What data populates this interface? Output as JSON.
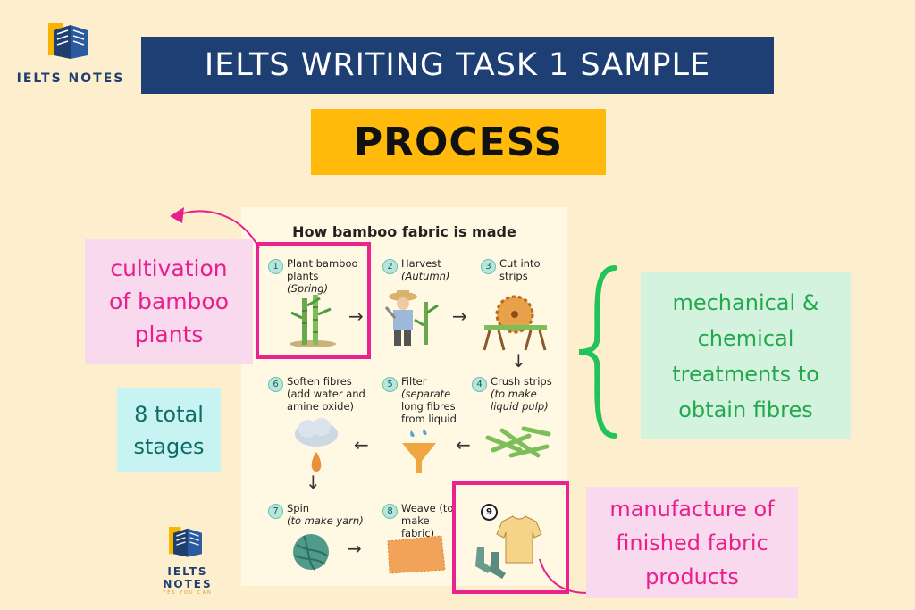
{
  "brand": {
    "name": "IELTS NOTES",
    "tagline": "YES YOU CAN"
  },
  "banner": {
    "title": "IELTS WRITING TASK 1 SAMPLE",
    "subtitle": "PROCESS"
  },
  "diagram": {
    "title": "How bamboo fabric is made",
    "steps": [
      {
        "num": "1",
        "line1": "Plant bamboo",
        "line2": "plants ",
        "italic": "(Spring)"
      },
      {
        "num": "2",
        "line1": "Harvest",
        "italic": "(Autumn)"
      },
      {
        "num": "3",
        "line1": "Cut into",
        "line2": "strips"
      },
      {
        "num": "4",
        "line1": "Crush strips",
        "italic": "(to make liquid pulp)"
      },
      {
        "num": "5",
        "line1": "Filter",
        "italic": "(separate",
        "line3": "long fibres from liquid"
      },
      {
        "num": "6",
        "line1": "Soften fibres",
        "line2": "(add water and amine oxide)"
      },
      {
        "num": "7",
        "line1": "Spin",
        "italic": "(to make yarn)"
      },
      {
        "num": "8",
        "line1": "Weave (to make fabric)"
      },
      {
        "num": "9"
      }
    ],
    "arrows": {
      "right": "→",
      "left": "←",
      "down": "↓"
    }
  },
  "annotations": {
    "cultivation": [
      "cultivation",
      "of bamboo",
      "plants"
    ],
    "stages": [
      "8 total",
      "stages"
    ],
    "mechanical": [
      "mechanical &",
      "chemical",
      "treatments to",
      "obtain fibres"
    ],
    "manufacture": [
      "manufacture of",
      "finished fabric",
      "products"
    ],
    "brace": "{"
  },
  "colors": {
    "navy": "#1d3f73",
    "gold": "#ffba0c",
    "pink": "#e81f8d",
    "green": "#24a84e",
    "teal": "#116b66"
  }
}
